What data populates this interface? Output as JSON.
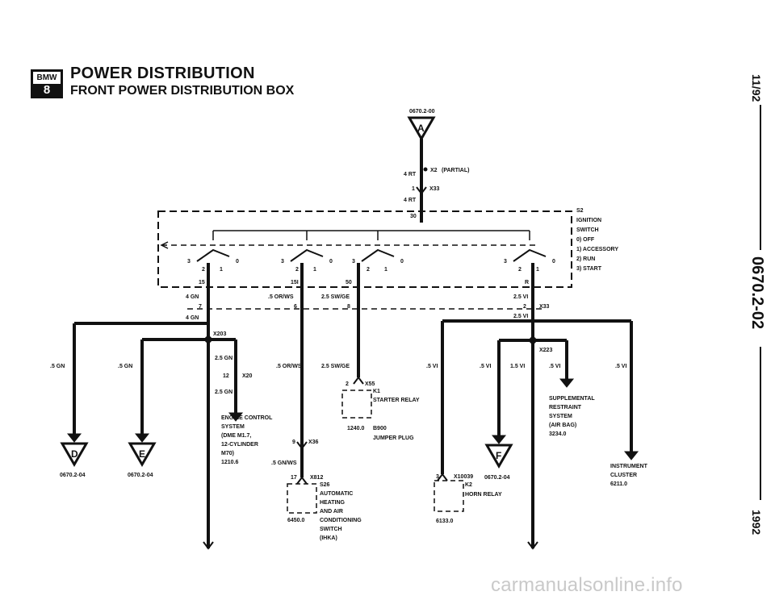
{
  "header": {
    "logo_top": "BMW",
    "logo_bottom": "8",
    "title": "POWER DISTRIBUTION",
    "subtitle": "FRONT POWER DISTRIBUTION BOX"
  },
  "side": {
    "date": "11/92",
    "code": "0670.2-02",
    "year": "1992"
  },
  "top": {
    "ref": "0670.2-00",
    "connector": "A",
    "x2": "X2",
    "x2_note": "(PARTIAL)",
    "wire1": "4 RT",
    "x33_pin": "1",
    "x33": "X33",
    "wire2": "4 RT",
    "pin30": "30"
  },
  "switch": {
    "lines": [
      "S2",
      "IGNITION",
      "SWITCH",
      "0) OFF",
      "1) ACCESSORY",
      "2) RUN",
      "3) START"
    ],
    "pos3": "3",
    "pos2": "2",
    "pos1": "1",
    "pos0": "0",
    "t15": "15",
    "t15i": "15I",
    "t50": "50",
    "tR": "R"
  },
  "wires": {
    "gn4": "4 GN",
    "pin7": "7",
    "gn4b": "4 GN",
    "orws": ".5 OR/WS",
    "pin6": "6",
    "swge": "2.5 SW/GE",
    "pin8": "8",
    "vi25": "2.5 VI",
    "pin2": "2",
    "x33b": "X33",
    "vi25b": "2.5 VI",
    "x203": "X203",
    "gn25": "2.5 GN",
    "pin12": "12",
    "x20": "X20",
    "gn25b": "2.5 GN",
    "gn5a": ".5 GN",
    "gn5b": ".5 GN",
    "orws2": ".5 OR/WS",
    "swge2": "2.5 SW/GE",
    "vi5a": ".5 VI",
    "vi5b": ".5 VI",
    "vi15": "1.5 VI",
    "vi5c": ".5 VI",
    "vi5d": ".5 VI",
    "x223": "X223",
    "pin9": "9",
    "x36": "X36",
    "gnws": ".5 GN/WS"
  },
  "components": {
    "d": "D",
    "d_ref": "0670.2-04",
    "e": "E",
    "e_ref": "0670.2-04",
    "f": "F",
    "f_ref": "0670.2-04",
    "ecs": [
      "ENGINE CONTROL",
      "SYSTEM",
      "(DME M1.7,",
      "12-CYLINDER",
      "M70)",
      "1210.6"
    ],
    "k1_pin": "2",
    "k1_x": "X55",
    "k1": "K1",
    "k1_desc": "STARTER RELAY",
    "k1_ref": "1240.0",
    "k1_code": "B900",
    "jumper": "JUMPER PLUG",
    "s26_pin": "17",
    "s26_x": "X812",
    "s26": "S26",
    "s26_desc": [
      "AUTOMATIC",
      "HEATING",
      "AND AIR",
      "CONDITIONING",
      "SWITCH",
      "(IHKA)"
    ],
    "s26_ref": "6450.0",
    "k2_pin": "3",
    "k2_x": "X10039",
    "k2": "K2",
    "k2_desc": "HORN RELAY",
    "k2_ref": "6133.0",
    "srs": [
      "SUPPLEMENTAL",
      "RESTRAINT",
      "SYSTEM",
      "(AIR BAG)",
      "3234.0"
    ],
    "ic": [
      "INSTRUMENT",
      "CLUSTER",
      "6211.0"
    ]
  },
  "watermark": "carmanualsonline.info"
}
